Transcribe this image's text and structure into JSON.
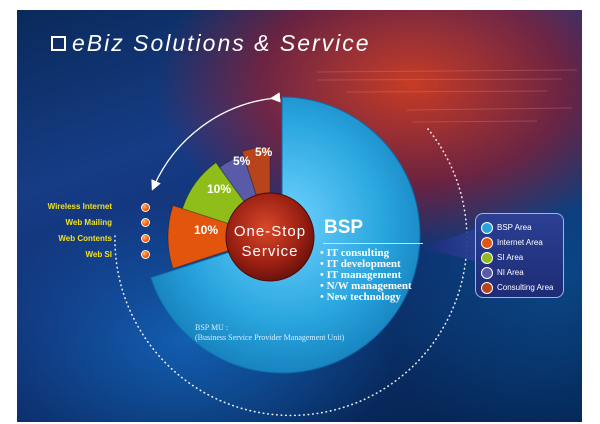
{
  "title": "eBiz Solutions & Service",
  "center": {
    "line1": "One-Stop",
    "line2": "Service"
  },
  "bsp": {
    "title": "BSP",
    "items": [
      "IT consulting",
      "IT development",
      "IT management",
      "N/W management",
      "New technology"
    ]
  },
  "bsp_mu": {
    "line1": "BSP MU :",
    "line2": "(Business Service Provider Management Unit)"
  },
  "services": [
    "Wireless Internet",
    "Web Mailing",
    "Web Contents",
    "Web SI"
  ],
  "colors": {
    "bsp_area": "#29a3dc",
    "internet_area": "#e2550d",
    "si_area": "#8fbe1a",
    "ni_area": "#5a5ba8",
    "consulting_area": "#b8441b",
    "accent_orange": "#ff5a00",
    "service_text": "#f2e11c"
  },
  "chart_data": {
    "type": "pie",
    "slices": [
      {
        "label": "BSP Area",
        "value": 70,
        "color": "#29a3dc",
        "shown_text": ""
      },
      {
        "label": "Internet Area",
        "value": 10,
        "color": "#e2550d",
        "shown_text": "10%"
      },
      {
        "label": "SI Area",
        "value": 10,
        "color": "#8fbe1a",
        "shown_text": "10%"
      },
      {
        "label": "NI Area",
        "value": 5,
        "color": "#5a5ba8",
        "shown_text": "5%"
      },
      {
        "label": "Consulting Area",
        "value": 5,
        "color": "#b8441b",
        "shown_text": "5%"
      }
    ],
    "legend": {
      "placement": "right",
      "entries": [
        {
          "label": "BSP Area",
          "color": "#29a3dc"
        },
        {
          "label": "Internet Area",
          "color": "#e2550d"
        },
        {
          "label": "SI Area",
          "color": "#8fbe1a"
        },
        {
          "label": "NI Area",
          "color": "#5a5ba8"
        },
        {
          "label": "Consulting Area",
          "color": "#b8441b"
        }
      ]
    }
  }
}
